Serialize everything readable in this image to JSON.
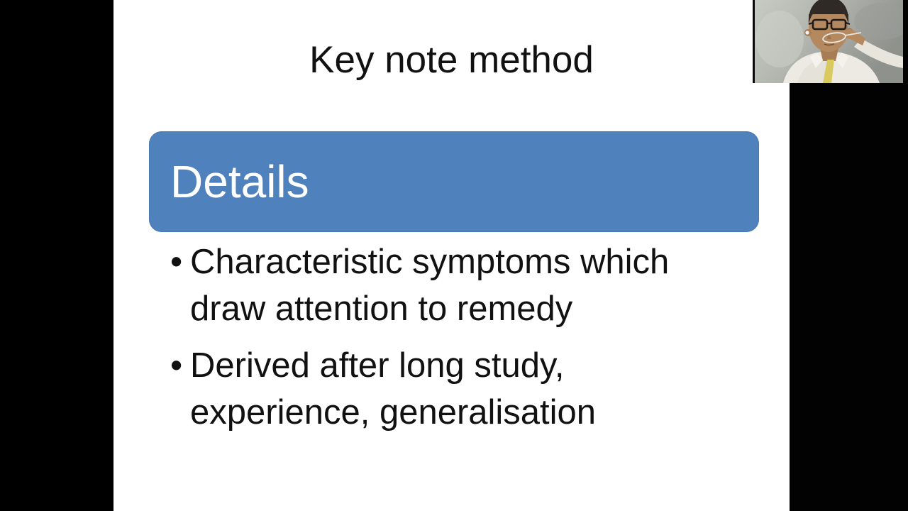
{
  "window": {
    "letterbox_color": "#000000"
  },
  "slide": {
    "bg_color": "#ffffff",
    "text_color": "#111111",
    "title": "Key note method",
    "details": {
      "heading": "Details",
      "bg_color": "#4f81bd",
      "text_color": "#ffffff"
    },
    "bullet_char": "•",
    "bullets": [
      "Characteristic symptoms which draw attention to remedy",
      "Derived after long study, experience, generalisation"
    ]
  },
  "webcam": {
    "position": "top-right",
    "colors": {
      "wall": "#b3b5af",
      "wall_light": "#c8cac4",
      "skin": "#b5895f",
      "hair": "#2f2a26",
      "shirt": "#eceae2",
      "tie": "#d9ca60",
      "glasses": "#1c1a18"
    }
  }
}
